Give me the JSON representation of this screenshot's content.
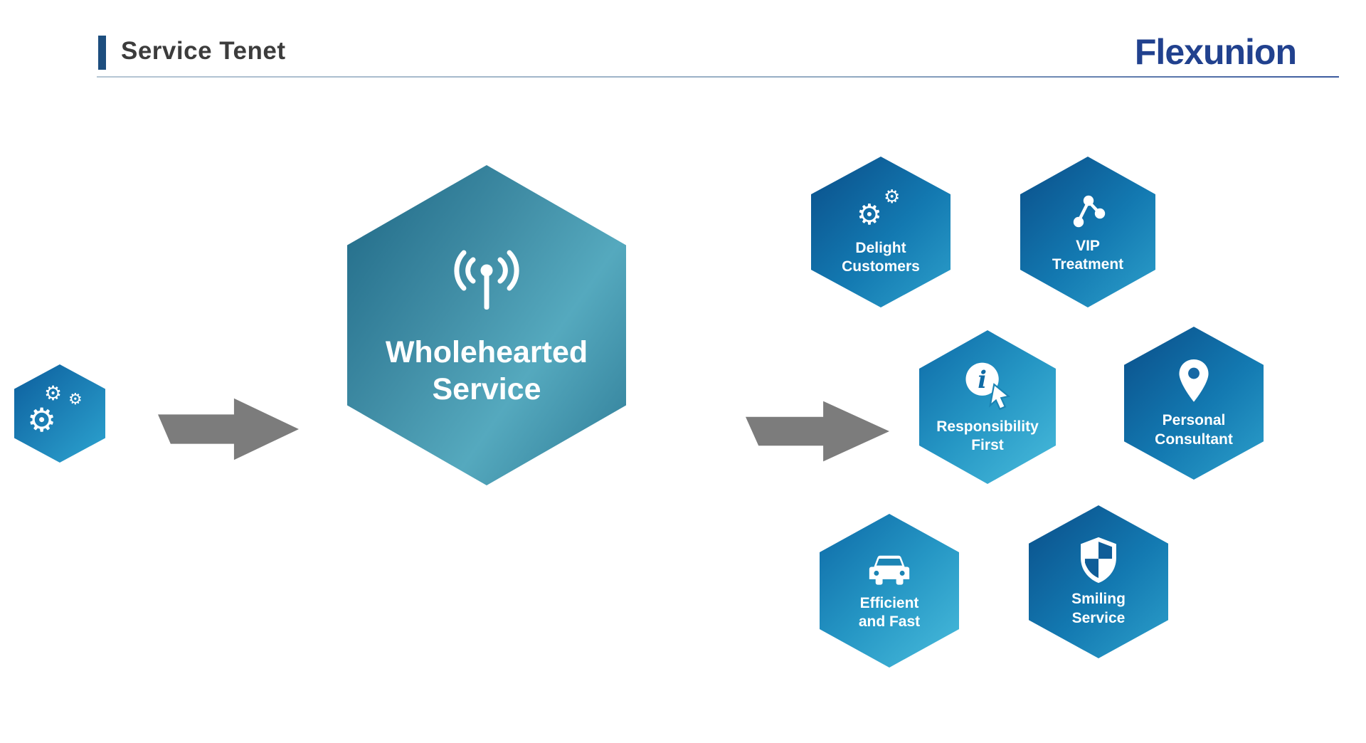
{
  "header": {
    "title": "Service Tenet",
    "logo": "Flexunion"
  },
  "icons": {
    "gear_glyph": "⚙",
    "input_hex_icon": "gears-icon",
    "center_hex_icon": "broadcast-antenna-icon",
    "output_icons": [
      "gears-icon",
      "network-share-icon",
      "info-touch-icon",
      "location-pin-icon",
      "car-icon",
      "shield-icon"
    ]
  },
  "flow": {
    "input_hex": {
      "icon": "gears-icon"
    },
    "center_hex": {
      "label": "Wholehearted\nService",
      "icon": "broadcast-antenna-icon"
    },
    "outputs": [
      {
        "label": "Delight\nCustomers",
        "icon": "gears-icon"
      },
      {
        "label": "VIP\nTreatment",
        "icon": "network-share-icon"
      },
      {
        "label": "Responsibility\nFirst",
        "icon": "info-touch-icon"
      },
      {
        "label": "Personal\nConsultant",
        "icon": "location-pin-icon"
      },
      {
        "label": "Efficient\nand Fast",
        "icon": "car-icon"
      },
      {
        "label": "Smiling\nService",
        "icon": "shield-icon"
      }
    ]
  },
  "colors": {
    "accent_bar": "#1d4e7e",
    "title_text": "#3c3c3c",
    "logo_blue": "#21418e",
    "divider": "#93abc2",
    "arrow_gray": "#7c7c7c",
    "hex_deep_start": "#0a4e89",
    "hex_deep_end": "#2da0cb",
    "hex_light_start": "#0d6aa7",
    "hex_light_end": "#49bcdc",
    "center_hex_start": "#1e6785",
    "center_hex_end": "#55a9be",
    "icon_white": "#ffffff"
  }
}
